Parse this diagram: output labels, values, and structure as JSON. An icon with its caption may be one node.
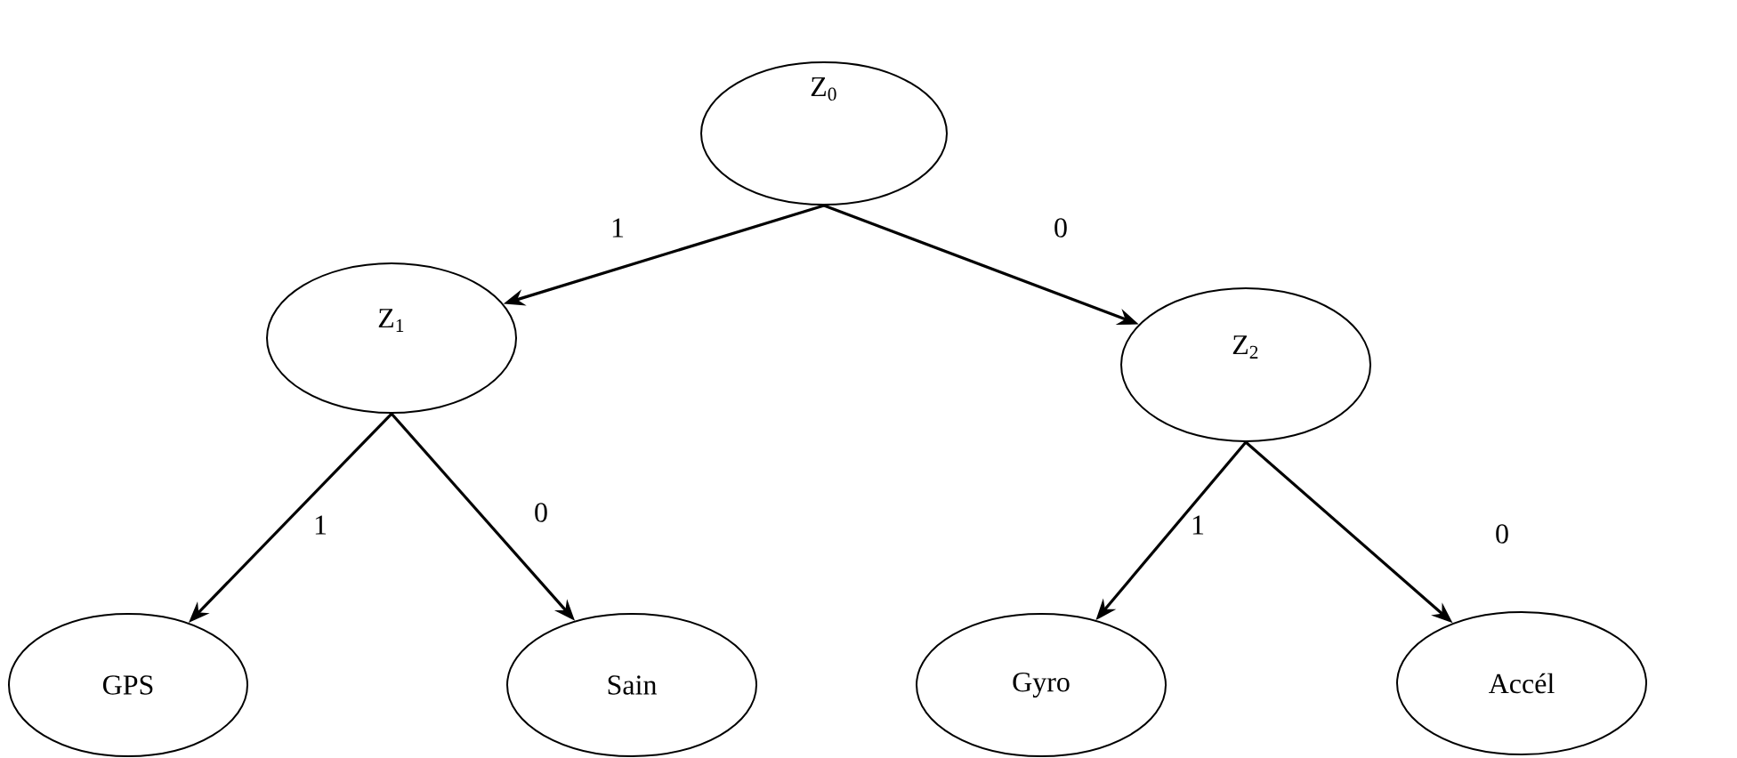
{
  "diagram": {
    "nodes": [
      {
        "text": [
          "Z$_{0}$"
        ]
      },
      {
        "text": [
          "Z$_{1}$"
        ]
      },
      {
        "text": [
          "Z$_{2}$"
        ]
      },
      {
        "text": [
          "GPS"
        ]
      },
      {
        "text": [
          "Sain"
        ]
      },
      {
        "text": [
          "Gyro"
        ]
      },
      {
        "text": [
          "Accél"
        ]
      }
    ],
    "edges": [
      {
        "from": 0,
        "to": 1,
        "arrow": "to",
        "label": "1"
      },
      {
        "from": 0,
        "to": 2,
        "arrow": "to",
        "label": "0"
      },
      {
        "from": 1,
        "to": 3,
        "arrow": "to",
        "label": "1"
      },
      {
        "from": 1,
        "to": 4,
        "arrow": "to",
        "label": "0"
      },
      {
        "from": 2,
        "to": 5,
        "arrow": "to",
        "label": "1"
      },
      {
        "from": 2,
        "to": 6,
        "arrow": "to",
        "label": "0"
      }
    ]
  }
}
